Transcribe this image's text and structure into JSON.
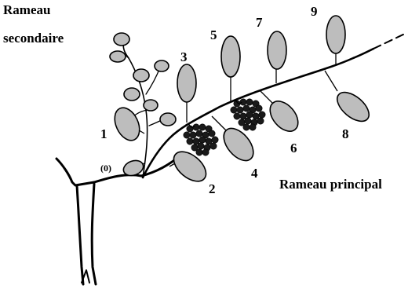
{
  "labels": {
    "secondary_branch_line1": "Rameau",
    "secondary_branch_line2": "secondaire",
    "main_branch": "Rameau principal",
    "leaf_0": "(0)",
    "leaf_1": "1",
    "leaf_2": "2",
    "leaf_3": "3",
    "leaf_4": "4",
    "leaf_5": "5",
    "leaf_6": "6",
    "leaf_7": "7",
    "leaf_8": "8",
    "leaf_9": "9"
  }
}
